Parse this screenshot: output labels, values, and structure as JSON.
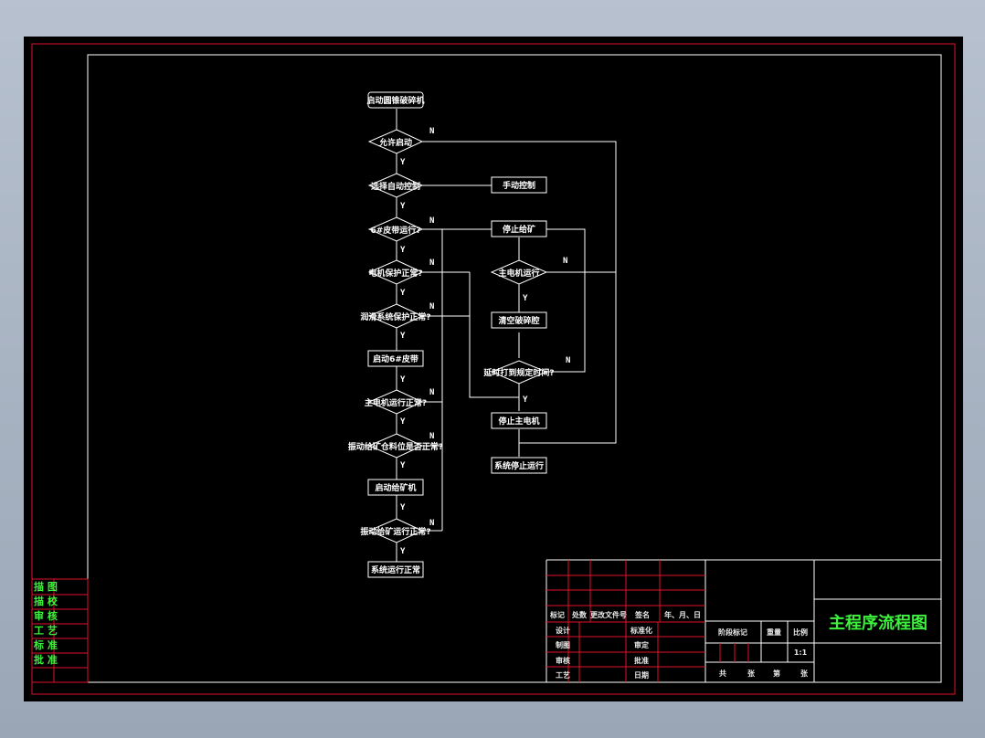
{
  "colors": {
    "background": "#000000",
    "outer_frame": "#e0102a",
    "lines": "#ffffff",
    "title_text": "#3cf23c",
    "table_lines": "#e0102a"
  },
  "flow": {
    "start": "启动圆锥破碎机",
    "d1": "允许启动",
    "d2": "选择自动控制",
    "d3": "6#皮带运行?",
    "d4": "电机保护正常?",
    "d5": "润滑系统保护正常?",
    "p1": "启动6#皮带",
    "d6": "主电机运行正常?",
    "d7": "振动给矿仓料位是否正常?",
    "p2": "启动给矿机",
    "d8": "振动给矿运行正常?",
    "end": "系统运行正常",
    "manual": "手动控制",
    "stop_feed": "停止给矿",
    "d9": "主电机运行",
    "clear": "清空破碎腔",
    "d10": "延时打到规定时间?",
    "stop_main": "停止主电机",
    "sys_stop": "系统停止运行",
    "yes": "Y",
    "no": "N"
  },
  "title_block": {
    "drawing_title": "主程序流程图",
    "hdr_mark": "标记",
    "hdr_count": "处数",
    "hdr_doc": "更改文件号",
    "hdr_sign": "签名",
    "hdr_date": "年、月、日",
    "design": "设计",
    "standardize": "标准化",
    "draft": "制图",
    "review": "审定",
    "check": "审核",
    "approve": "批准",
    "craft": "工艺",
    "date": "日期",
    "stage_mark": "阶段标记",
    "weight": "重量",
    "scale": "比例",
    "scale_value": "1:1",
    "sheets_total": "共",
    "sheets_total_unit": "张",
    "sheet_no": "第",
    "sheet_no_unit": "张"
  },
  "side_block": {
    "rows": [
      "描 图",
      "描 校",
      "审 核",
      "工 艺",
      "标 准",
      "批 准"
    ]
  }
}
